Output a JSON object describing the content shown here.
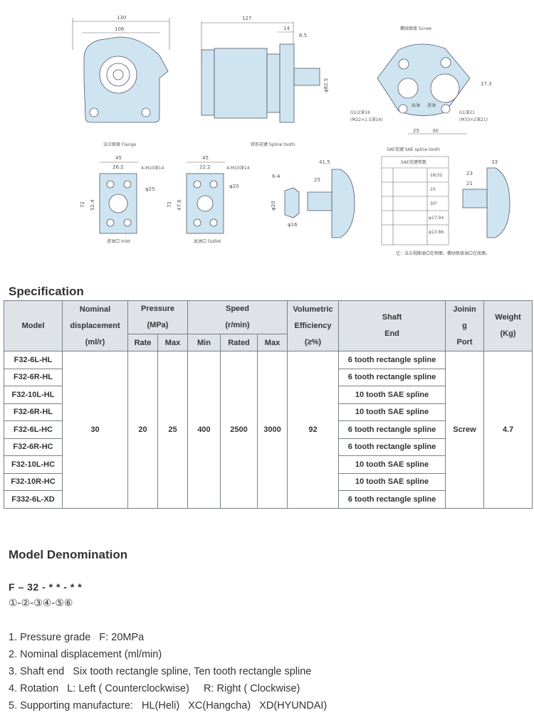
{
  "drawing": {
    "dims": {
      "w130": "130",
      "w106": "106",
      "w127": "127",
      "d14": "14",
      "d6_5": "6.5",
      "shaft_dia": "φ82.5",
      "screw_title": "螺纹联接 Screw",
      "d17_3": "17.3",
      "g1_2": "G1/2深16",
      "m22": "(M22×1.5深16)",
      "g1": "G1深21",
      "m33": "(M33×2深21)",
      "d25": "25",
      "d30": "30",
      "port_out": "出油",
      "port_in": "进油"
    },
    "labels": {
      "flange": "法兰联接 Flange",
      "spline_tooth": "矩形花键 Spline tooth",
      "sae_spline": "SAE花键 SAE spline tooth",
      "inlet": "进油口 Inlet",
      "outlet": "出油口 Outlet"
    },
    "inlet": {
      "w45": "45",
      "w26_2": "26.2",
      "thread": "4-M10深14",
      "bore": "φ25",
      "h72": "72",
      "h52_4": "52.4"
    },
    "outlet": {
      "w45": "45",
      "w22_2": "22.2",
      "thread": "4-M10深14",
      "bore": "φ20",
      "h72": "72",
      "h47_6": "47.6"
    },
    "spline": {
      "l41_5": "41.5",
      "l25": "25",
      "key": "6-4",
      "dia_a": "φ20",
      "dia_b": "φ16"
    },
    "sae": {
      "l33": "33",
      "l23": "23",
      "l21": "21",
      "table_title": "SAE花键参数",
      "r1": "16/32",
      "r2": "10",
      "r3": "30°",
      "r4": "φ17.04",
      "r5": "φ13.86"
    },
    "note": "注：法兰视图油口在侧面，螺纹联接油口在底面。"
  },
  "spec": {
    "title": "Specification",
    "headers": {
      "model": "Model",
      "nominal": [
        "Nominal",
        "displacement",
        "(ml/r)"
      ],
      "pressure": [
        "Pressure",
        "(MPa)"
      ],
      "rate": "Rate",
      "max": "Max",
      "speed": [
        "Speed",
        "(r/min)"
      ],
      "min": "Min",
      "rated": "Rated",
      "max2": "Max",
      "vol": [
        "Volumetric",
        "Efficiency",
        "(≥%)"
      ],
      "shaft": [
        "Shaft",
        "End"
      ],
      "joining": [
        "Joinin",
        "g",
        "Port"
      ],
      "weight": [
        "Weight",
        "(Kg)"
      ]
    },
    "shared": {
      "displacement": "30",
      "rate": "20",
      "max_pressure": "25",
      "min_speed": "400",
      "rated_speed": "2500",
      "max_speed": "3000",
      "efficiency": "92",
      "port": "Screw",
      "weight": "4.7"
    },
    "rows": [
      {
        "model": "F32-6L-HL",
        "shaft": "6 tooth rectangle spline"
      },
      {
        "model": "F32-6R-HL",
        "shaft": "6 tooth rectangle spline"
      },
      {
        "model": "F32-10L-HL",
        "shaft": "10 tooth SAE spline"
      },
      {
        "model": "F32-6R-HL",
        "shaft": "10 tooth SAE spline"
      },
      {
        "model": "F32-6L-HC",
        "shaft": "6 tooth rectangle spline"
      },
      {
        "model": "F32-6R-HC",
        "shaft": "6 tooth rectangle spline"
      },
      {
        "model": "F32-10L-HC",
        "shaft": "10 tooth SAE spline"
      },
      {
        "model": "F32-10R-HC",
        "shaft": "10 tooth SAE spline"
      },
      {
        "model": "F332-6L-XD",
        "shaft": "6 tooth rectangle spline"
      }
    ]
  },
  "denomination": {
    "title": "Model Denomination",
    "code": "F – 32 - * * - * *",
    "positions": "①-②-③④-⑤⑥",
    "items": [
      "1. Pressure grade   F: 20MPa",
      "2. Nominal displacement (ml/min)",
      "3. Shaft end   Six tooth rectangle spline, Ten tooth rectangle spline",
      "4. Rotation   L: Left ( Counterclockwise)     R: Right ( Clockwise)",
      "5. Supporting manufacture:   HL(Heli)   XC(Hangcha)   XD(HYUNDAI)"
    ]
  }
}
